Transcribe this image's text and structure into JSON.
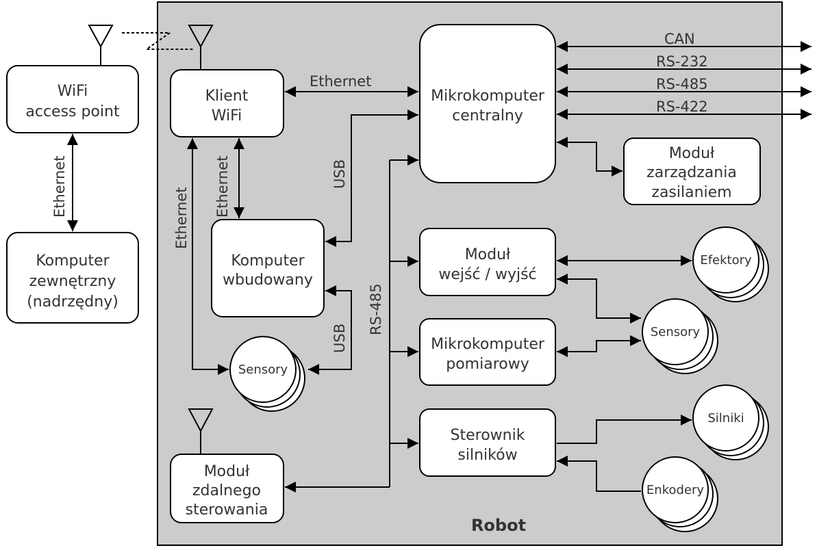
{
  "robot_label": "Robot",
  "nodes": {
    "wifi_ap": [
      "WiFi",
      "access point"
    ],
    "komputer_zew": [
      "Komputer",
      "zewnętrzny",
      "(nadrzędny)"
    ],
    "klient_wifi": [
      "Klient",
      "WiFi"
    ],
    "komputer_wbud": [
      "Komputer",
      "wbudowany"
    ],
    "sensory_left": "Sensory",
    "modul_zdalnego": [
      "Moduł",
      "zdalnego",
      "sterowania"
    ],
    "mikrokomputer_c": [
      "Mikrokomputer",
      "centralny"
    ],
    "modul_zasil": [
      "Moduł",
      "zarządzania",
      "zasilaniem"
    ],
    "modul_we_wy": [
      "Moduł",
      "wejść / wyjść"
    ],
    "efektory": "Efektory",
    "sensory_right": "Sensory",
    "mikrokomputer_p": [
      "Mikrokomputer",
      "pomiarowy"
    ],
    "sterownik": [
      "Sterownik",
      "silników"
    ],
    "silniki": "Silniki",
    "enkodery": "Enkodery"
  },
  "edge_labels": {
    "ethernet_ap": "Ethernet",
    "ethernet_klient_mc": "Ethernet",
    "ethernet_klient_kw": "Ethernet",
    "ethernet_klient_sens": "Ethernet",
    "usb_top": "USB",
    "usb_bottom": "USB",
    "rs485_bus": "RS-485",
    "can": "CAN",
    "rs232": "RS-232",
    "rs485": "RS-485",
    "rs422": "RS-422"
  }
}
